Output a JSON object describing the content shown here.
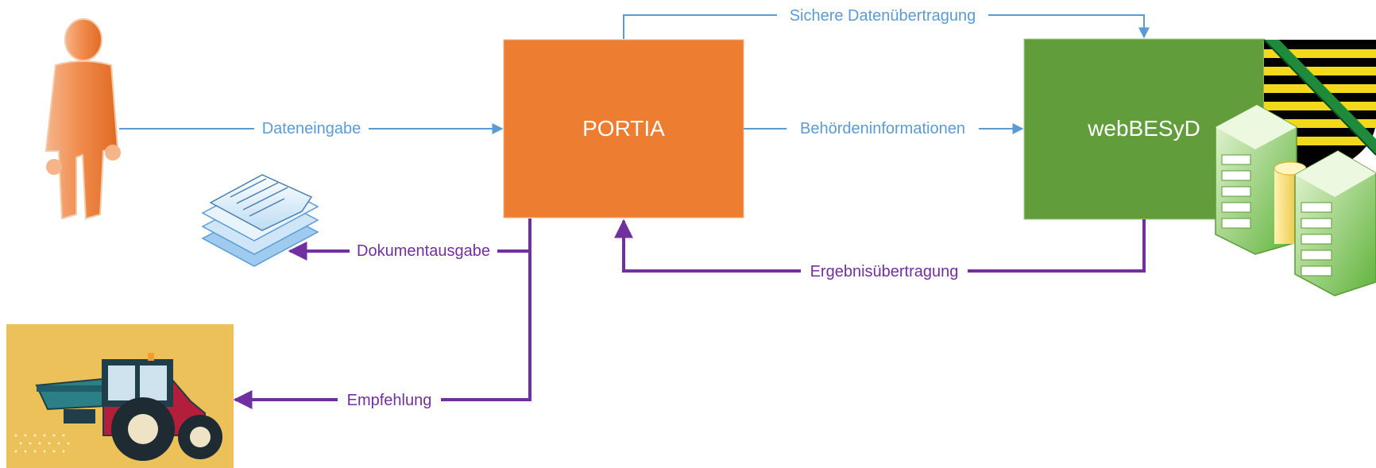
{
  "nodes": {
    "portia": {
      "label": "PORTIA",
      "color": "#ed7d31"
    },
    "webbesyd": {
      "label": "webBESyD",
      "color": "#629d3b"
    }
  },
  "edges": {
    "secure_transfer": {
      "label": "Sichere Datenübertragung"
    },
    "data_input": {
      "label": "Dateneingabe"
    },
    "authority_info": {
      "label": "Behördeninformationen"
    },
    "document_output": {
      "label": "Dokumentausgabe"
    },
    "result_transfer": {
      "label": "Ergebnisübertragung"
    },
    "recommendation": {
      "label": "Empfehlung"
    }
  },
  "colors": {
    "blue_arrow": "#5b9bd5",
    "purple_arrow": "#7030a0",
    "person": "#f08a4b",
    "tractor_bg": "#edc159"
  },
  "icons": [
    "person-icon",
    "documents-icon",
    "tractor-icon",
    "saxony-coat-of-arms-icon",
    "server-icon"
  ]
}
